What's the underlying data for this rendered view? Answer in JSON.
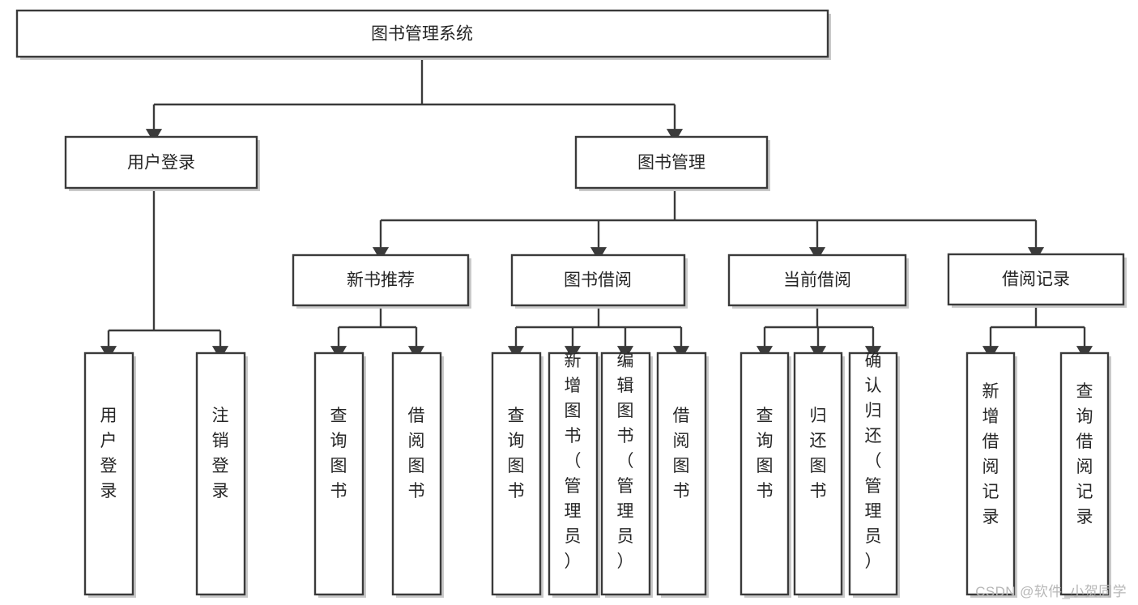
{
  "diagram": {
    "type": "tree-hierarchy",
    "orientation": "top-down",
    "root": {
      "label": "图书管理系统"
    },
    "level2": [
      {
        "label": "用户登录"
      },
      {
        "label": "图书管理"
      }
    ],
    "level3": [
      {
        "label": "新书推荐"
      },
      {
        "label": "图书借阅"
      },
      {
        "label": "当前借阅"
      },
      {
        "label": "借阅记录"
      }
    ],
    "leaves": {
      "user_login": [
        {
          "label": "用户登录"
        },
        {
          "label": "注销登录"
        }
      ],
      "new_book_recommend": [
        {
          "label": "查询图书"
        },
        {
          "label": "借阅图书"
        }
      ],
      "book_borrow": [
        {
          "label": "查询图书"
        },
        {
          "label": "新增图书（管理员）"
        },
        {
          "label": "编辑图书（管理员）"
        },
        {
          "label": "借阅图书"
        }
      ],
      "current_borrow": [
        {
          "label": "查询图书"
        },
        {
          "label": "归还图书"
        },
        {
          "label": "确认归还（管理员）"
        }
      ],
      "borrow_record": [
        {
          "label": "新增借阅记录"
        },
        {
          "label": "查询借阅记录"
        }
      ]
    }
  },
  "watermark": {
    "text": "CSDN @软件_小贺同学"
  },
  "colors": {
    "box_stroke": "#3a3a3a",
    "box_fill": "#ffffff",
    "text": "#262626",
    "shadow": "#c9c9c9",
    "watermark": "#b7b7b7",
    "background": "#ffffff"
  }
}
